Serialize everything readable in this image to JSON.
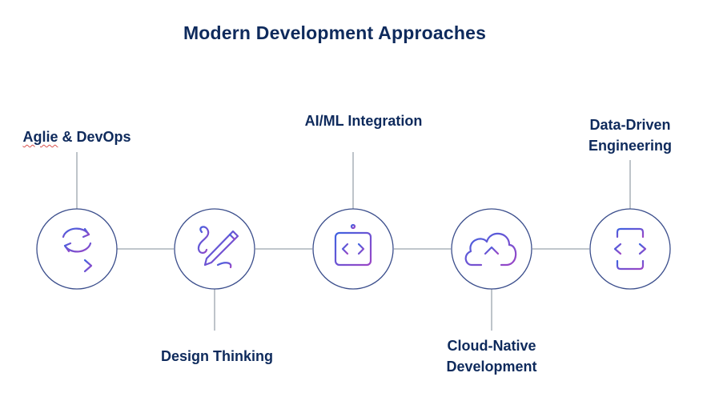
{
  "title": "Modern Development Approaches",
  "colors": {
    "title": "#0e2a5c",
    "label": "#0e2a5c",
    "line": "#9aa3ad",
    "circle_stroke": "#3b4e8c",
    "icon_gradient_start": "#3f62e0",
    "icon_gradient_end": "#9b46c6",
    "spellcheck_underline": "#d9534f"
  },
  "nodes": [
    {
      "id": "agile-devops",
      "label_first": "Aglie",
      "label_rest": " & DevOps",
      "icon": "sync-arrows-icon",
      "label_position": "top"
    },
    {
      "id": "design-thinking",
      "label": "Design Thinking",
      "icon": "pen-squiggle-icon",
      "label_position": "bottom"
    },
    {
      "id": "ai-ml-integration",
      "label": "AI/ML Integration",
      "icon": "code-tag-icon",
      "label_position": "top"
    },
    {
      "id": "cloud-native",
      "label_line1": "Cloud-Native",
      "label_line2": "Development",
      "icon": "cloud-upload-icon",
      "label_position": "bottom"
    },
    {
      "id": "data-driven",
      "label_line1": "Data-Driven",
      "label_line2": "Engineering",
      "icon": "mobile-code-icon",
      "label_position": "top"
    }
  ]
}
